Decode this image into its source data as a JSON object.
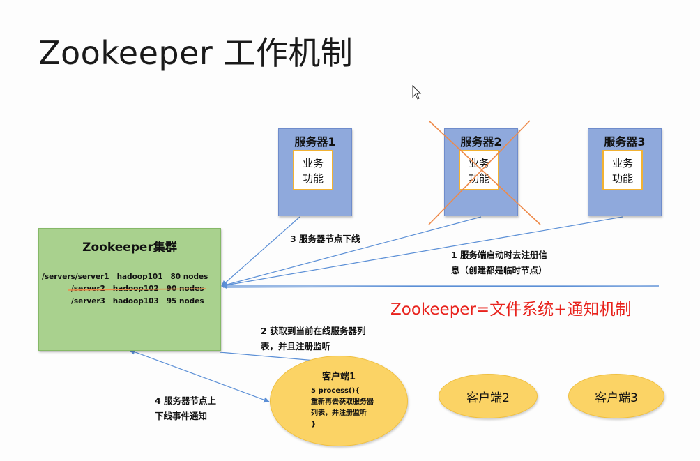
{
  "title": "Zookeeper 工作机制",
  "servers": [
    {
      "name": "服务器1",
      "func_line1": "业务",
      "func_line2": "功能",
      "crossed": false
    },
    {
      "name": "服务器2",
      "func_line1": "业务",
      "func_line2": "功能",
      "crossed": true
    },
    {
      "name": "服务器3",
      "func_line1": "业务",
      "func_line2": "功能",
      "crossed": false
    }
  ],
  "cluster": {
    "name": "Zookeeper集群",
    "nodes": [
      {
        "text": "/servers/server1   hadoop101   80 nodes",
        "struck": false
      },
      {
        "text": "/server2   hadoop102   90 nodes",
        "struck": true
      },
      {
        "text": "/server3   hadoop103   95 nodes",
        "struck": false
      }
    ]
  },
  "steps": {
    "step1_line1": "1  服务端启动时去注册信",
    "step1_line2": "息（创建都是临时节点）",
    "step2_line1": "2  获取到当前在线服务器列",
    "step2_line2": "表，并且注册监听",
    "step3": "3 服务器节点下线",
    "step4_line1": "4  服务器节点上",
    "step4_line2": "下线事件通知"
  },
  "note": "Zookeeper=文件系统+通知机制",
  "clients": {
    "client1_name": "客户端1",
    "client1_code": [
      "5 process(){",
      "重新再去获取服务器",
      "列表，并注册监听",
      "}"
    ],
    "client2_name": "客户端2",
    "client3_name": "客户端3"
  },
  "colors": {
    "server_fill": "#8fa9dc",
    "cluster_fill": "#a9d18e",
    "client_fill": "#fbd365",
    "arrow": "#5b8fd6",
    "strike": "#ee8a4a",
    "note": "#e8221c"
  }
}
